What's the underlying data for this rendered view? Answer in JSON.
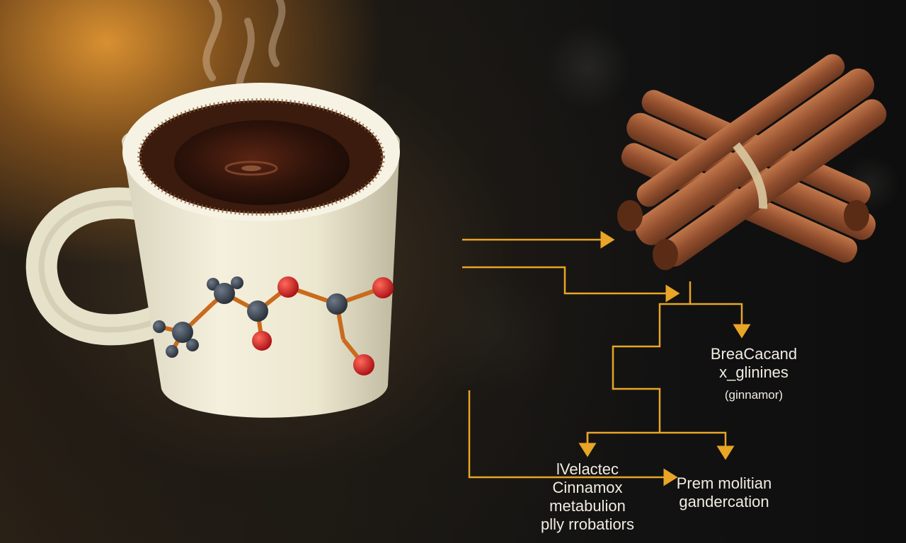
{
  "scene": {
    "accent_color": "#e8a526",
    "label_color": "#f1ece2",
    "objects": [
      "coffee-mug",
      "steam",
      "molecule",
      "cinnamon-sticks",
      "flow-arrows"
    ]
  },
  "labels": {
    "top_right": {
      "line1": "BreaCacand",
      "line2": "x_glinines",
      "line3": "(ginnamor)"
    },
    "bottom_middle": {
      "line1": "lVelactec",
      "line2": "Cinnamox",
      "line3": "metabulion",
      "line4": "plly rrobatiors"
    },
    "bottom_right": {
      "line1": "Prem molitian",
      "line2": "gandercation"
    }
  }
}
